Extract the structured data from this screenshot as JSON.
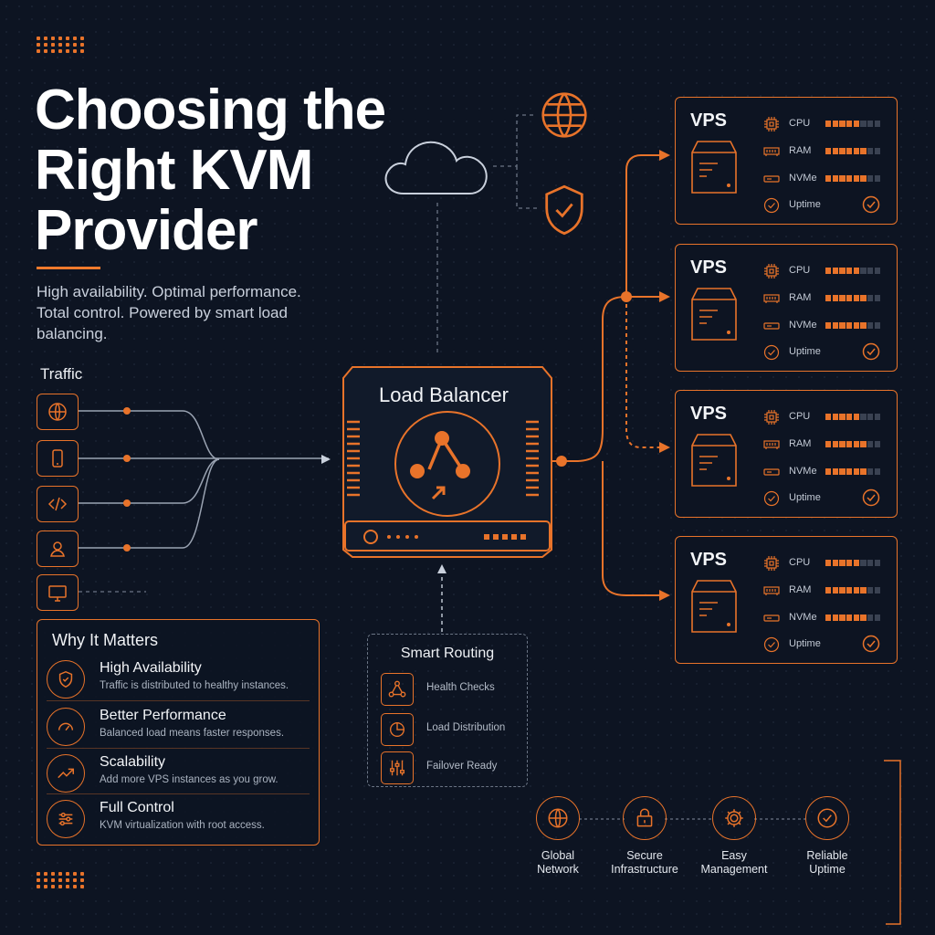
{
  "title": "Choosing the Right KVM Provider",
  "subtitle": "High availability. Optimal performance. Total control. Powered by smart load balancing.",
  "traffic": {
    "label": "Traffic",
    "sources": [
      {
        "icon": "globe-icon"
      },
      {
        "icon": "mobile-icon"
      },
      {
        "icon": "code-icon"
      },
      {
        "icon": "user-icon"
      },
      {
        "icon": "monitor-icon"
      }
    ]
  },
  "why": {
    "title": "Why It Matters",
    "items": [
      {
        "icon": "shield-check-icon",
        "heading": "High Availability",
        "desc": "Traffic is distributed to healthy instances."
      },
      {
        "icon": "speedometer-icon",
        "heading": "Better Performance",
        "desc": "Balanced load means faster responses."
      },
      {
        "icon": "trend-up-icon",
        "heading": "Scalability",
        "desc": "Add more VPS instances as you grow."
      },
      {
        "icon": "sliders-icon",
        "heading": "Full Control",
        "desc": "KVM virtualization with root access."
      }
    ]
  },
  "load_balancer": {
    "label": "Load Balancer"
  },
  "routing": {
    "title": "Smart Routing",
    "items": [
      {
        "icon": "nodes-icon",
        "label": "Health Checks"
      },
      {
        "icon": "pie-chart-icon",
        "label": "Load Distribution"
      },
      {
        "icon": "sliders-icon",
        "label": "Failover Ready"
      }
    ]
  },
  "vps": [
    {
      "title": "VPS",
      "cpu": "CPU",
      "ram": "RAM",
      "nvme": "NVMe",
      "uptime": "Uptime",
      "cpu_level": 0.6,
      "ram_level": 0.8,
      "nvme_level": 0.8
    },
    {
      "title": "VPS",
      "cpu": "CPU",
      "ram": "RAM",
      "nvme": "NVMe",
      "uptime": "Uptime",
      "cpu_level": 0.6,
      "ram_level": 0.8,
      "nvme_level": 0.8
    },
    {
      "title": "VPS",
      "cpu": "CPU",
      "ram": "RAM",
      "nvme": "NVMe",
      "uptime": "Uptime",
      "cpu_level": 0.6,
      "ram_level": 0.8,
      "nvme_level": 0.8
    },
    {
      "title": "VPS",
      "cpu": "CPU",
      "ram": "RAM",
      "nvme": "NVMe",
      "uptime": "Uptime",
      "cpu_level": 0.6,
      "ram_level": 0.8,
      "nvme_level": 0.8
    }
  ],
  "features": [
    {
      "icon": "globe-icon",
      "label": "Global\nNetwork"
    },
    {
      "icon": "lock-icon",
      "label": "Secure\nInfrastructure"
    },
    {
      "icon": "gear-icon",
      "label": "Easy\nManagement"
    },
    {
      "icon": "check-circle-icon",
      "label": "Reliable\nUptime"
    }
  ],
  "colors": {
    "accent": "#e8732a",
    "background": "#0d1422",
    "text": "#e8ecf2"
  }
}
